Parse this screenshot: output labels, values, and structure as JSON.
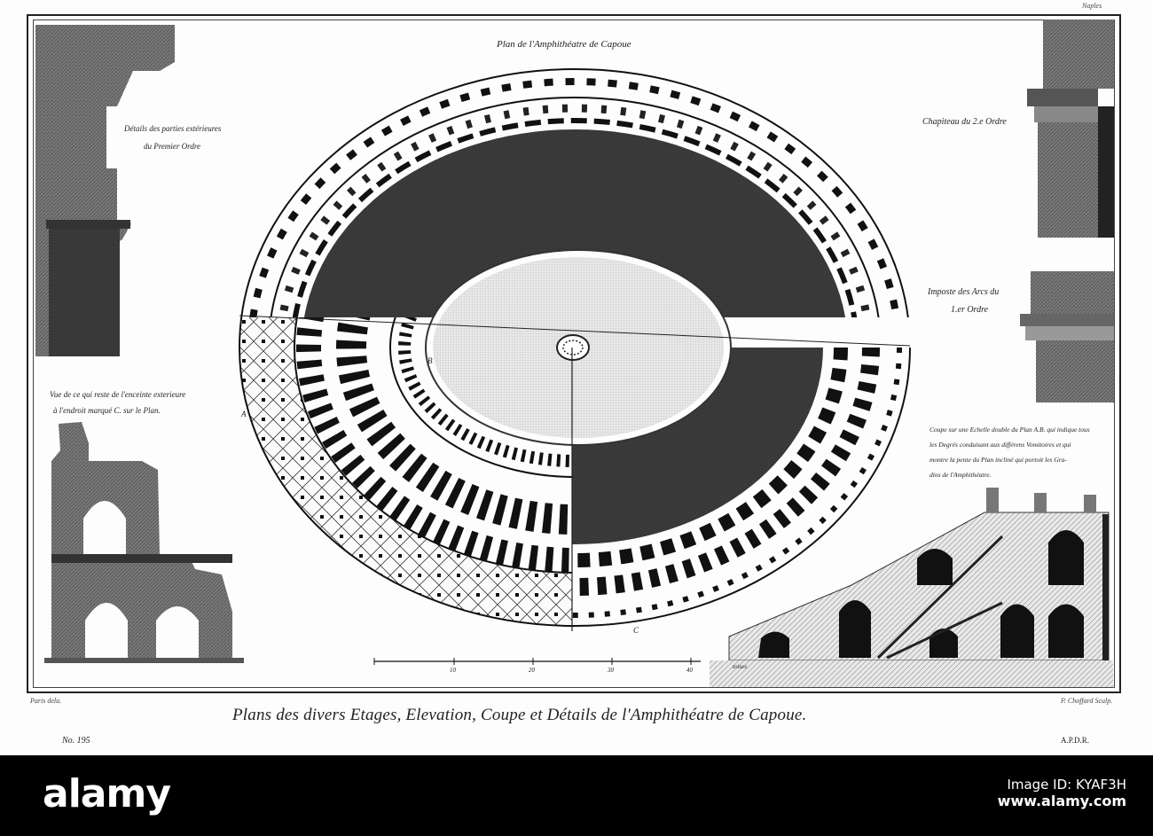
{
  "plate": {
    "corner_top_right": "Naples",
    "plan_title": "Plan de l'Amphithéatre de Capoue",
    "detail_exterior": [
      "Détails des parties extérieures",
      "du Premier Ordre"
    ],
    "capital_label": "Chapiteau du 2.e Ordre",
    "impost_label": [
      "Imposte des Arcs du",
      "1.er Ordre"
    ],
    "view_label": [
      "Vue de ce qui reste de l'enceinte exterieure",
      "à l'endroit marqué C. sur le Plan."
    ],
    "section_label": [
      "Coupe sur une Echelle double du Plan A.B. qui indique tous",
      "les Degrés conduisant aux différens Vomitoires et qui",
      "montre la pente du Plan incliné qui portoit les Gra-",
      "dins de l'Amphithéatre."
    ],
    "plan_letters": {
      "a": "A",
      "b": "B",
      "c": "C"
    },
    "scale_labels": [
      "10",
      "20",
      "30",
      "40"
    ],
    "scale_unit": "toises",
    "credit_left": "Paris dela.",
    "credit_right": "P. Choffard Sculp.",
    "main_caption": "Plans des divers Etages, Elevation, Coupe et Détails de l'Amphithéatre de Capoue.",
    "plate_number": "No. 195",
    "apdr": "A.P.D.R."
  },
  "footer": {
    "brand": "alamy",
    "image_id": "Image ID: KYAF3H",
    "url": "www.alamy.com"
  },
  "colors": {
    "ink": "#222222",
    "footer_bg": "#000000",
    "paper": "#fdfdfd"
  }
}
